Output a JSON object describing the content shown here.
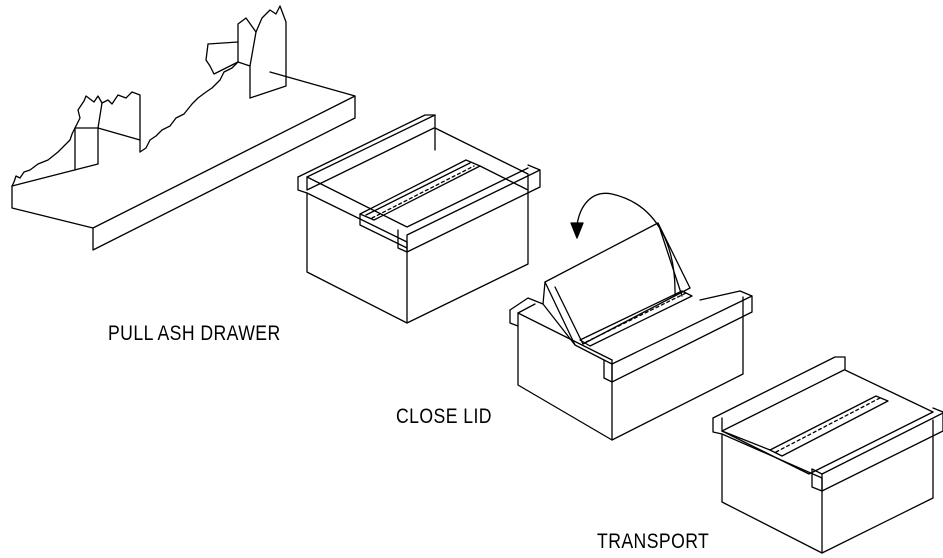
{
  "diagram": {
    "colors": {
      "stroke": "#000000",
      "background": "#ffffff"
    },
    "steps": [
      {
        "label": "PULL ASH DRAWER"
      },
      {
        "label": "CLOSE LID"
      },
      {
        "label": "TRANSPORT"
      }
    ],
    "icons": [
      "furnace-base-icon",
      "ash-drawer-open-icon",
      "rotate-arrow-icon",
      "ash-drawer-closing-icon",
      "ash-drawer-closed-icon"
    ]
  }
}
